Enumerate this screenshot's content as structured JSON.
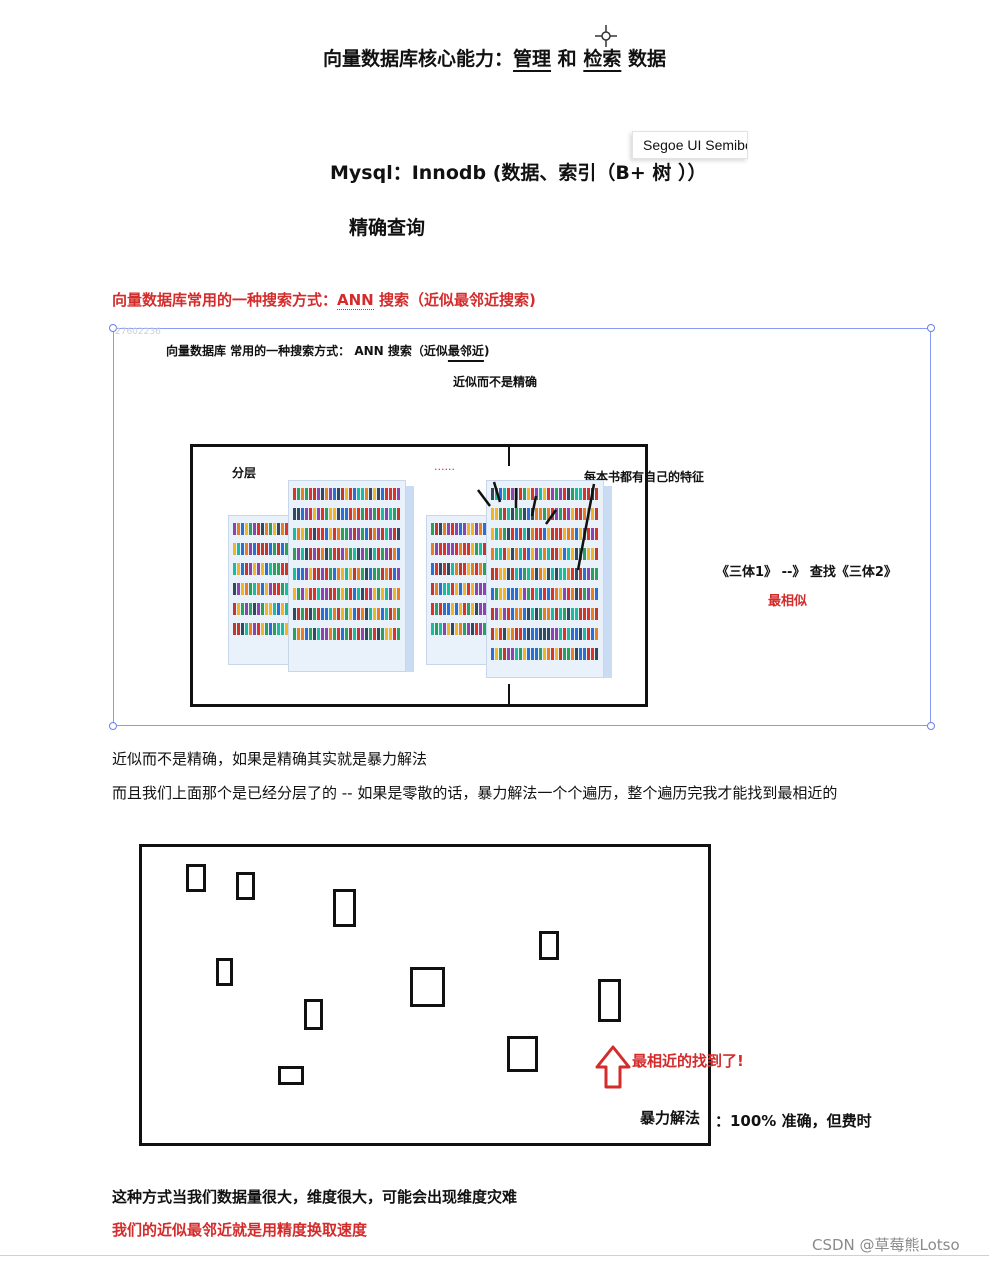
{
  "header": {
    "title_prefix": "向量数据库核心能力：",
    "title_manage": "管理",
    "title_and": "和",
    "title_search": "检索",
    "title_suffix": "数据"
  },
  "tooltip": {
    "font_name": "Segoe UI Semibol"
  },
  "mysql": {
    "line": "Mysql：Innodb (数据、索引（B+ 树 ））",
    "exact_query": "精确查询"
  },
  "ann_heading": {
    "prefix": "向量数据库常用的一种搜索方式：",
    "ann": "ANN",
    "suffix": " 搜索（近似最邻近搜索)"
  },
  "embedded_image": {
    "watermark_top": "27602236",
    "title_prefix": "向量数据库 常用的一种搜索方式：  ANN 搜索（近似",
    "title_underlined": "最邻近",
    "title_suffix": ")",
    "subtitle": "近似而不是精确",
    "layer_label": "分层",
    "dots": "......",
    "feature_label": "每本书都有自己的特征",
    "lookup_text": "《三体1》 --》 查找《三体2》",
    "most_similar": "最相似"
  },
  "paragraphs": {
    "p1": "近似而不是精确，如果是精确其实就是暴力解法",
    "p2": "而且我们上面那个是已经分层了的 -- 如果是零散的话，暴力解法一个个遍历，整个遍历完我才能找到最相近的"
  },
  "diagram": {
    "found_label": "最相近的找到了!",
    "brute_force": "暴力解法",
    "accuracy": "：100% 准确，但费时"
  },
  "footer": {
    "line1": "这种方式当我们数据量很大，维度很大，可能会出现维度灾难",
    "line2": "我们的近似最邻近就是用精度换取速度"
  },
  "watermark": "CSDN @草莓熊Lotso",
  "colors": {
    "accent_red": "#d42b2b",
    "selection_blue": "#8a9af0"
  }
}
